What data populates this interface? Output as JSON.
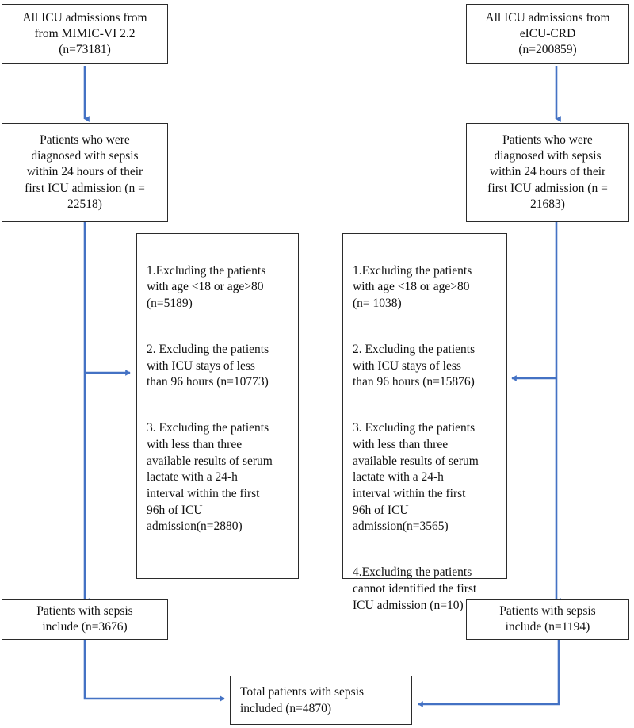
{
  "diagram": {
    "type": "patient-selection-flowchart",
    "accent_color": "#4472C4",
    "box_border_color": "#2b2b2b",
    "text_color": "#111111"
  },
  "left_branch": {
    "source": {
      "line1": "All ICU admissions from",
      "line2": "from MIMIC-VI 2.2",
      "line3": "(n=73181)",
      "text": "All ICU admissions from\nfrom MIMIC-VI 2.2\n(n=73181)",
      "n": 73181
    },
    "sepsis": {
      "text": "Patients who were\ndiagnosed with sepsis\nwithin 24 hours of their\nfirst ICU admission (n =\n22518)",
      "n": 22518
    },
    "exclusions": [
      {
        "index": "1.",
        "text": "1.Excluding the patients\nwith age <18 or age>80\n(n=5189)",
        "n": 5189
      },
      {
        "index": "2.",
        "text": "2. Excluding the patients\nwith ICU stays of less\nthan 96 hours (n=10773)",
        "n": 10773
      },
      {
        "index": "3.",
        "text": "3. Excluding the patients\nwith less than three\navailable results of serum\nlactate with a 24-h\ninterval within the first\n96h of ICU\nadmission(n=2880)",
        "n": 2880
      }
    ],
    "included": {
      "text": "Patients with sepsis\ninclude (n=3676)",
      "n": 3676
    }
  },
  "right_branch": {
    "source": {
      "line1": "All ICU admissions from",
      "line2": "eICU-CRD",
      "line3": "(n=200859)",
      "text": "All ICU admissions from\neICU-CRD\n(n=200859)",
      "n": 200859
    },
    "sepsis": {
      "text": "Patients who were\ndiagnosed with sepsis\nwithin 24 hours of their\nfirst ICU admission (n =\n21683)",
      "n": 21683
    },
    "exclusions": [
      {
        "index": "1.",
        "text": "1.Excluding the patients\nwith age <18 or age>80\n(n=  1038)",
        "n": 1038
      },
      {
        "index": "2.",
        "text": "2. Excluding the patients\nwith ICU stays of less\nthan 96 hours (n=15876)",
        "n": 15876
      },
      {
        "index": "3.",
        "text": "3. Excluding the patients\nwith less than three\navailable results of serum\nlactate with a 24-h\ninterval within the first\n96h of ICU\nadmission(n=3565)",
        "n": 3565
      },
      {
        "index": "4.",
        "text": "4.Excluding the patients\ncannot identified the first\nICU admission (n=10)",
        "n": 10
      }
    ],
    "included": {
      "text": "Patients with sepsis\ninclude (n=1194)",
      "n": 1194
    }
  },
  "total": {
    "text": "Total patients with sepsis\nincluded (n=4870)",
    "n": 4870
  }
}
